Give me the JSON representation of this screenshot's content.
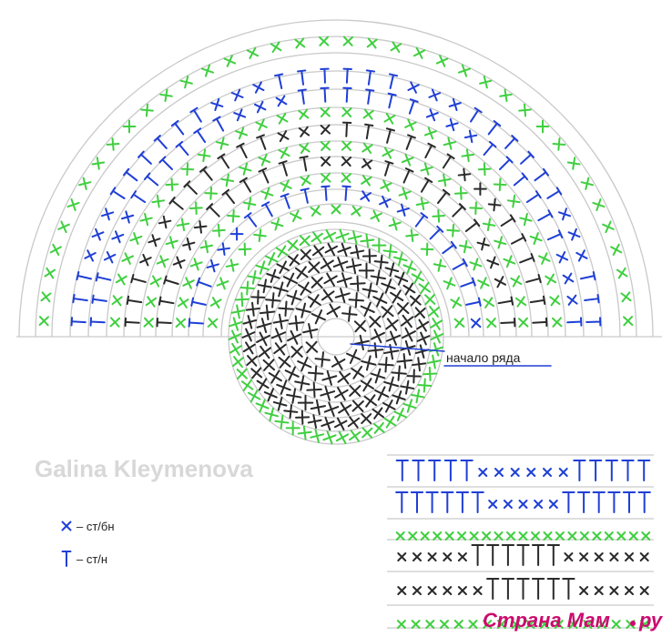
{
  "colors": {
    "green": "#3fcf3f",
    "blue": "#1f3fd6",
    "black": "#2a2a2a",
    "guide": "#c9c9c9",
    "watermark": "#d8d8d8",
    "brand": "#cc0a6e",
    "start_line": "#1f3fd6"
  },
  "labels": {
    "start_row": "начало ряда",
    "watermark": "Galina Kleymenova",
    "brand": "Страна Мам",
    "brand_suffix": "ру"
  },
  "legend": {
    "items": [
      {
        "symbol": "sc-icon",
        "text": "– ст/бн"
      },
      {
        "symbol": "dc-icon",
        "text": "– ст/н"
      }
    ]
  },
  "chart": {
    "circle_rows": [
      {
        "stitch": "sc",
        "color": "green",
        "count": 50
      },
      {
        "stitch": "sc",
        "color": "black",
        "count": 42
      },
      {
        "stitch": "sc",
        "color": "black",
        "count": 34
      },
      {
        "stitch": "sc",
        "color": "black",
        "count": 26
      },
      {
        "stitch": "sc",
        "color": "black",
        "count": 18
      },
      {
        "stitch": "sc",
        "color": "black",
        "count": 10
      }
    ],
    "fan_rows": [
      {
        "stitch": "sc",
        "color": "green",
        "count": 19
      },
      {
        "stitch": "mix",
        "color": "blue",
        "count": 22
      },
      {
        "stitch": "sc",
        "color": "green",
        "count": 24
      },
      {
        "stitch": "mix",
        "color": "black",
        "count": 26
      },
      {
        "stitch": "sc",
        "color": "green",
        "count": 28
      },
      {
        "stitch": "mix",
        "color": "black",
        "count": 30
      },
      {
        "stitch": "sc",
        "color": "green",
        "count": 32
      },
      {
        "stitch": "mix",
        "color": "blue",
        "count": 34
      },
      {
        "stitch": "mix",
        "color": "blue",
        "count": 36
      },
      {
        "stitch": "sc",
        "color": "green",
        "count": 38
      }
    ],
    "pattern_rows": [
      {
        "color": "blue",
        "seq": [
          "dc",
          "dc",
          "dc",
          "dc",
          "dc",
          "sc",
          "sc",
          "sc",
          "sc",
          "sc",
          "sc",
          "dc",
          "dc",
          "dc",
          "dc",
          "dc"
        ]
      },
      {
        "color": "blue",
        "seq": [
          "dc",
          "dc",
          "dc",
          "dc",
          "dc",
          "dc",
          "sc",
          "sc",
          "sc",
          "sc",
          "sc",
          "dc",
          "dc",
          "dc",
          "dc",
          "dc",
          "dc"
        ]
      },
      {
        "color": "green",
        "seq": [
          "sc",
          "sc",
          "sc",
          "sc",
          "sc",
          "sc",
          "sc",
          "sc",
          "sc",
          "sc",
          "sc",
          "sc",
          "sc",
          "sc",
          "sc",
          "sc",
          "sc",
          "sc",
          "sc",
          "sc",
          "sc"
        ]
      },
      {
        "color": "black",
        "seq": [
          "sc",
          "sc",
          "sc",
          "sc",
          "sc",
          "dc",
          "dc",
          "dc",
          "dc",
          "dc",
          "dc",
          "sc",
          "sc",
          "sc",
          "sc",
          "sc",
          "sc"
        ]
      },
      {
        "color": "black",
        "seq": [
          "sc",
          "sc",
          "sc",
          "sc",
          "sc",
          "sc",
          "dc",
          "dc",
          "dc",
          "dc",
          "dc",
          "dc",
          "sc",
          "sc",
          "sc",
          "sc",
          "sc"
        ]
      },
      {
        "color": "green",
        "seq": [
          "sc",
          "sc",
          "sc",
          "sc",
          "sc",
          "sc",
          "sc",
          "sc",
          "sc",
          "sc",
          "sc",
          "sc",
          "sc",
          "sc",
          "sc",
          "sc",
          "sc",
          "sc"
        ]
      }
    ]
  }
}
